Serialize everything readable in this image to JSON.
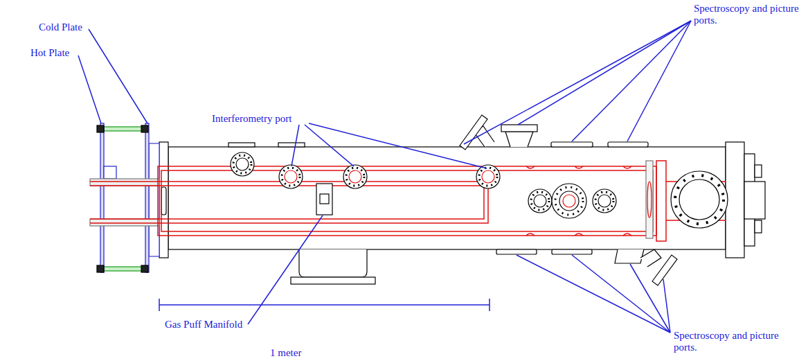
{
  "diagram": {
    "labels": [
      "Spectroscopy and picture ports.",
      "Cold Plate",
      "Hot Plate",
      "Interferometry port",
      "Gas Puff Manifold",
      "1 meter",
      "Spectroscopy and picture ports."
    ]
  }
}
